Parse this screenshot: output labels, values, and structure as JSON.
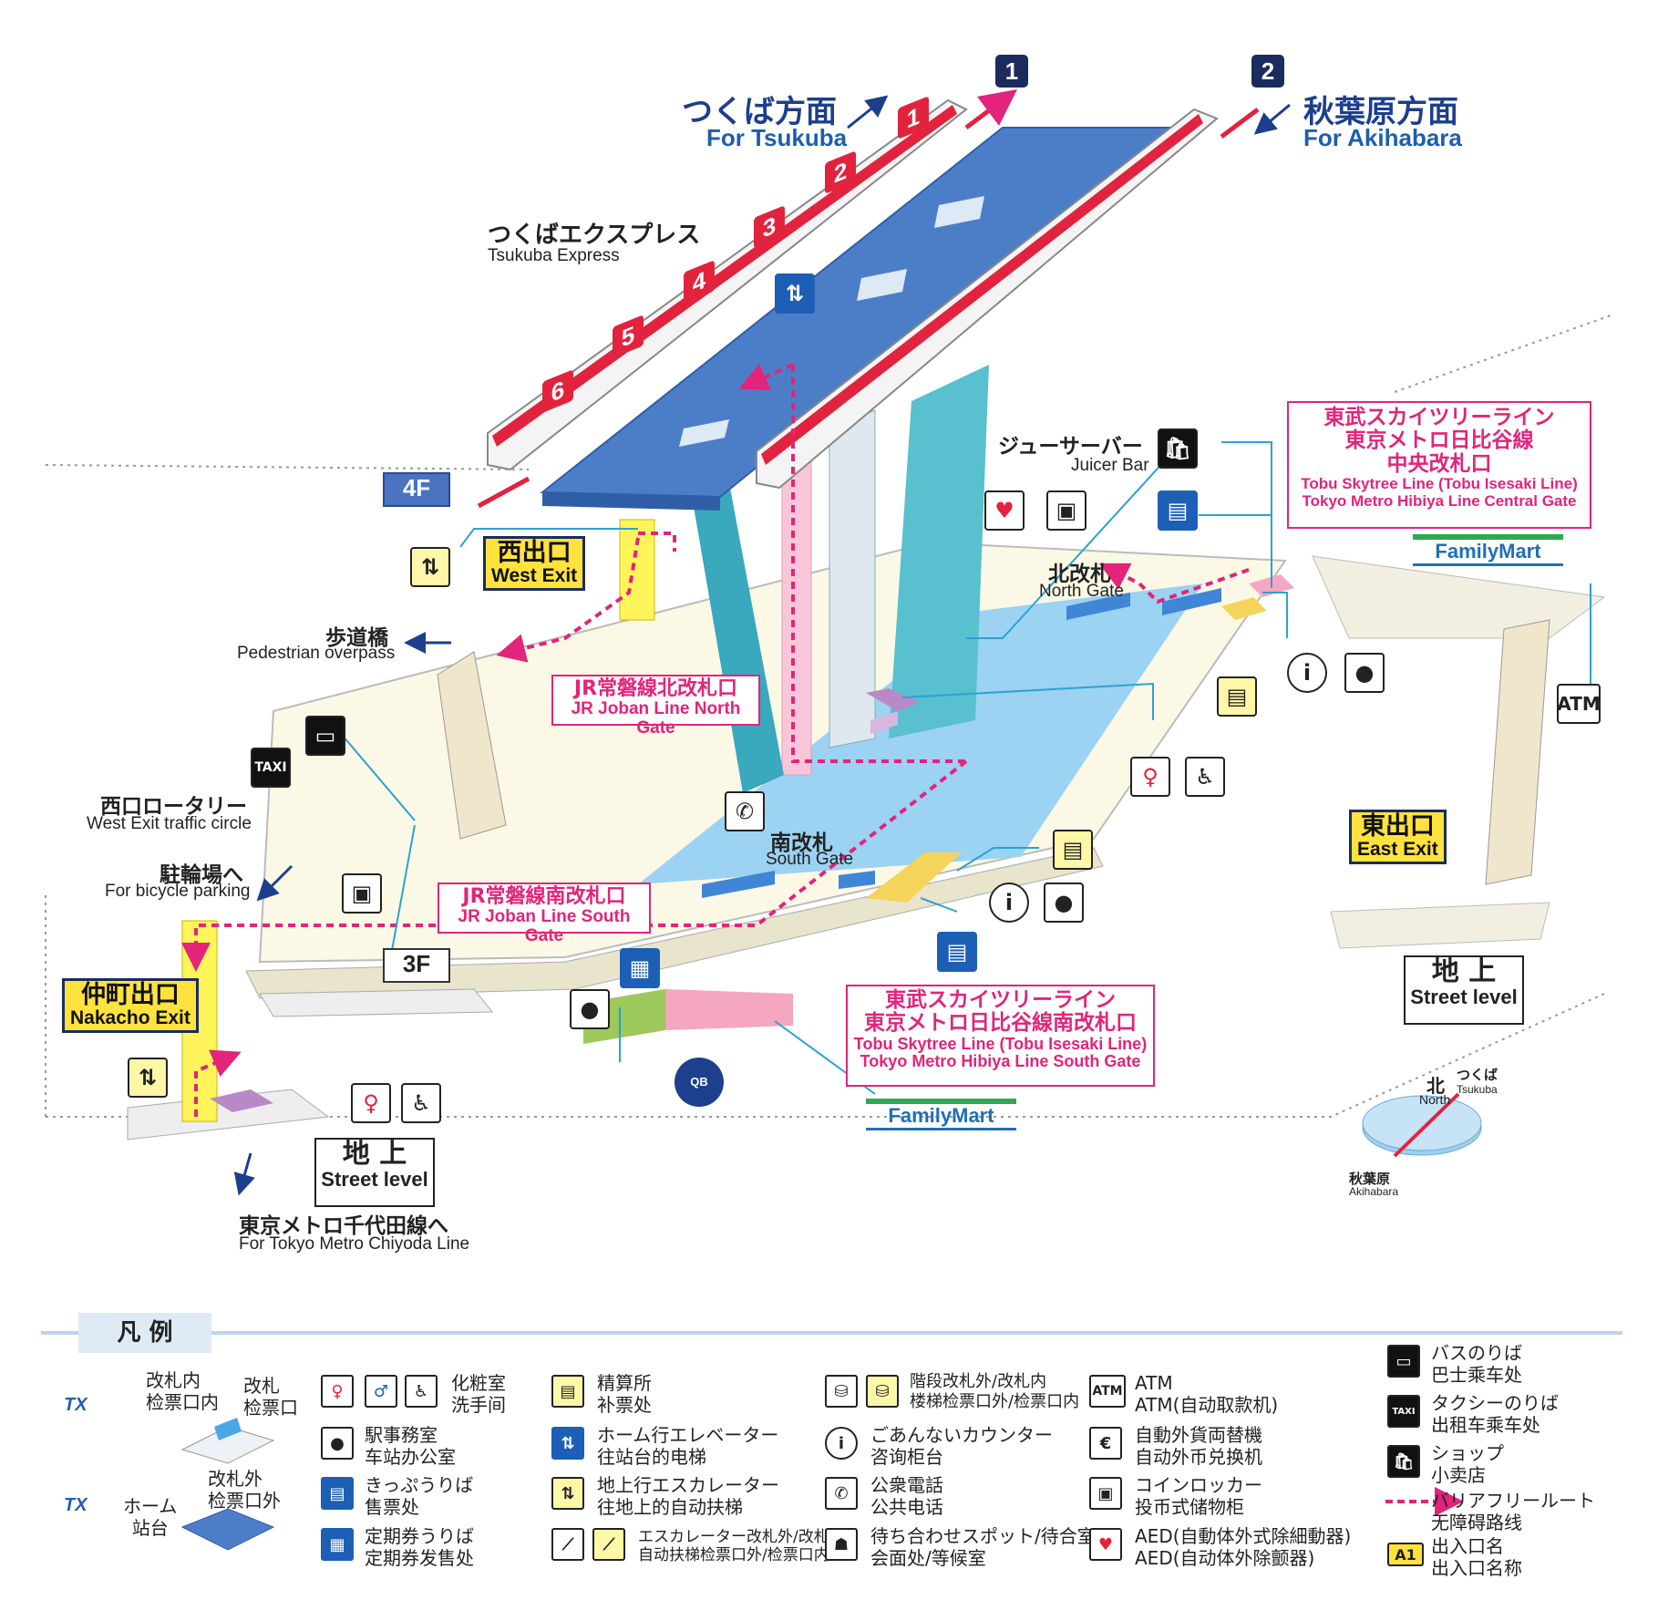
{
  "directions": {
    "tsukuba_num": "1",
    "tsukuba_jp": "つくば方面",
    "tsukuba_en": "For Tsukuba",
    "akihabara_num": "2",
    "akihabara_jp": "秋葉原方面",
    "akihabara_en": "For Akihabara"
  },
  "line": {
    "jp": "つくばエクスプレス",
    "en": "Tsukuba Express"
  },
  "car_numbers": [
    "1",
    "2",
    "3",
    "4",
    "5",
    "6"
  ],
  "floors": {
    "f4": "4F",
    "f3": "3F"
  },
  "labels": {
    "juicer_jp": "ジューサーバー",
    "juicer_en": "Juicer Bar",
    "north_gate_jp": "北改札",
    "north_gate_en": "North Gate",
    "south_gate_jp": "南改札",
    "south_gate_en": "South Gate",
    "overpass_jp": "歩道橋",
    "overpass_en": "Pedestrian overpass",
    "rotary_jp": "西口ロータリー",
    "rotary_en": "West Exit traffic circle",
    "bicycle_jp": "駐輪場へ",
    "bicycle_en": "For bicycle parking",
    "chiyoda_jp": "東京メトロ千代田線へ",
    "chiyoda_en": "For Tokyo Metro Chiyoda Line",
    "familymart": "FamilyMart",
    "north": "北",
    "north_en": "North",
    "compass_tsukuba": "つくば",
    "compass_tsukuba_en": "Tsukuba",
    "compass_akiba": "秋葉原",
    "compass_akiba_en": "Akihabara",
    "taxi": "TAXI",
    "atm": "ATM"
  },
  "pink_boxes": {
    "tobu_central_1": "東武スカイツリーライン",
    "tobu_central_2": "東京メトロ日比谷線",
    "tobu_central_3": "中央改札口",
    "tobu_central_4": "Tobu Skytree Line (Tobu Isesaki Line)",
    "tobu_central_5": "Tokyo Metro Hibiya Line Central Gate",
    "jr_north_jp": "JR常磐線北改札口",
    "jr_north_en": "JR Joban Line North Gate",
    "jr_south_jp": "JR常磐線南改札口",
    "jr_south_en": "JR Joban Line South Gate",
    "tobu_south_1": "東武スカイツリーライン",
    "tobu_south_2": "東京メトロ日比谷線南改札口",
    "tobu_south_3": "Tobu Skytree Line (Tobu Isesaki Line)",
    "tobu_south_4": "Tokyo Metro Hibiya Line South Gate"
  },
  "exits": {
    "west_jp": "西出口",
    "west_en": "West Exit",
    "east_jp": "東出口",
    "east_en": "East Exit",
    "nakacho_jp": "仲町出口",
    "nakacho_en": "Nakacho Exit"
  },
  "street": {
    "jp": "地 上",
    "en": "Street level"
  },
  "legend": {
    "title": "凡 例",
    "gate_inside_1": "改札内",
    "gate_inside_2": "检票口内",
    "gate_1": "改札",
    "gate_2": "检票口",
    "gate_outside_1": "改札外",
    "gate_outside_2": "检票口外",
    "platform_1": "ホーム",
    "platform_2": "站台",
    "toilet_1": "化粧室",
    "toilet_2": "洗手间",
    "office_1": "駅事務室",
    "office_2": "车站办公室",
    "ticket_1": "きっぷうりば",
    "ticket_2": "售票处",
    "pass_1": "定期券うりば",
    "pass_2": "定期券发售处",
    "fare_1": "精算所",
    "fare_2": "补票处",
    "elev_plat_1": "ホーム行エレベーター",
    "elev_plat_2": "往站台的电梯",
    "esc_street_1": "地上行エスカレーター",
    "esc_street_2": "往地上的自动扶梯",
    "esc_gate_1": "エスカレーター改札外/改札内",
    "esc_gate_2": "自动扶梯检票口外/检票口内",
    "stairs_1": "階段改札外/改札内",
    "stairs_2": "楼梯检票口外/检票口内",
    "info_1": "ごあんないカウンター",
    "info_2": "咨询柜台",
    "phone_1": "公衆電話",
    "phone_2": "公共电话",
    "wait_1": "待ち合わせスポット/待合室",
    "wait_2": "会面处/等候室",
    "atm_1": "ATM",
    "atm_2": "ATM(自动取款机)",
    "fx_1": "自動外貨両替機",
    "fx_2": "自动外币兑换机",
    "locker_1": "コインロッカー",
    "locker_2": "投币式储物柜",
    "aed_1": "AED(自動体外式除細動器)",
    "aed_2": "AED(自动体外除颤器)",
    "bus_1": "バスのりば",
    "bus_2": "巴士乘车处",
    "taxi_1": "タクシーのりば",
    "taxi_2": "出租车乘车处",
    "shop_1": "ショップ",
    "shop_2": "小卖店",
    "barrier_1": "バリアフリールート",
    "barrier_2": "无障碍路线",
    "exitname_1": "出入口名",
    "exitname_2": "出入口名称",
    "a1": "A1",
    "tx": "TX"
  }
}
